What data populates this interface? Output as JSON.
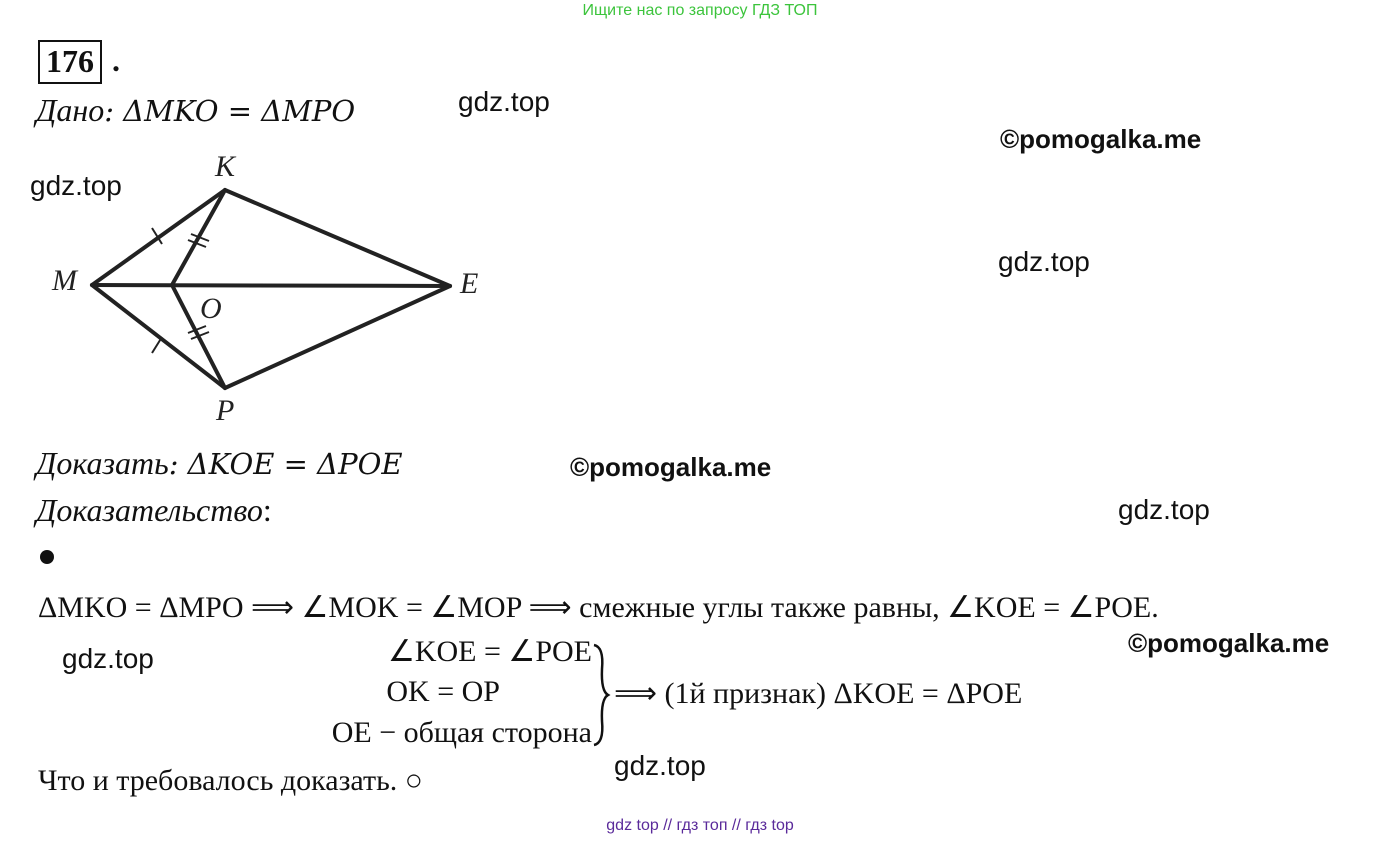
{
  "banners": {
    "top": "Ищите нас по запросу ГДЗ ТОП",
    "bottom": "gdz top  //  гдз топ  //  гдз top"
  },
  "problem": {
    "number": "176",
    "number_suffix": ".",
    "given_label": "Дано",
    "given_expr": ": ΔMKO = ΔMPO",
    "prove_label": "Доказать",
    "prove_expr": ": ΔKOE = ΔPOE",
    "proof_label": "Доказательство",
    "proof_colon": ":",
    "step1": "ΔMKO = ΔMPO ⟹ ∠MOK = ∠MOP ⟹ смежные углы также равны, ∠KOE = ∠POE.",
    "system": {
      "line1": "∠KOE = ∠POE",
      "line2": "OK = OP",
      "line3": "OE − общая сторона",
      "conclusion": "⟹ (1й признак) ΔKOE = ΔPOE"
    },
    "qed": "Что и требовалось доказать. ○"
  },
  "diagram": {
    "points": {
      "K": "K",
      "M": "M",
      "O": "O",
      "E": "E",
      "P": "P"
    }
  },
  "watermarks": {
    "gdz": "gdz.top",
    "pomogalka": "©pomogalka.me"
  }
}
